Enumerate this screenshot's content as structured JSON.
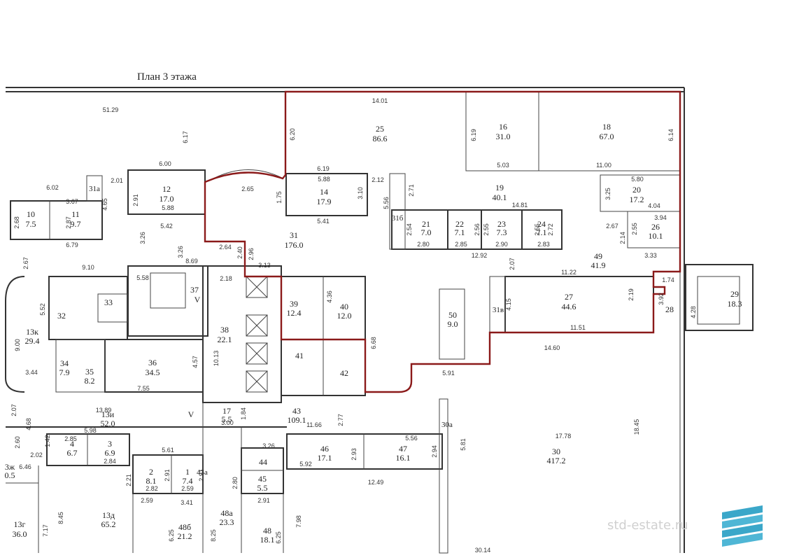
{
  "title": "План 3 этажа",
  "watermark": "std-estate.ru",
  "colors": {
    "highlight": "#8b1a1a",
    "wall": "#333333",
    "logo": "#3ba7c9"
  },
  "rooms": [
    {
      "id": "r25",
      "num": "25",
      "area": "86.6"
    },
    {
      "id": "r16",
      "num": "16",
      "area": "31.0"
    },
    {
      "id": "r18",
      "num": "18",
      "area": "67.0"
    },
    {
      "id": "r12",
      "num": "12",
      "area": "17.0"
    },
    {
      "id": "r14",
      "num": "14",
      "area": "17.9"
    },
    {
      "id": "r19",
      "num": "19",
      "area": "40.1"
    },
    {
      "id": "r20",
      "num": "20",
      "area": "17.2"
    },
    {
      "id": "r10",
      "num": "10",
      "area": "7.5"
    },
    {
      "id": "r11",
      "num": "11",
      "area": "9.7"
    },
    {
      "id": "r21",
      "num": "21",
      "area": "7.0"
    },
    {
      "id": "r22",
      "num": "22",
      "area": "7.1"
    },
    {
      "id": "r23",
      "num": "23",
      "area": "7.3"
    },
    {
      "id": "r24",
      "num": "24",
      "area": "7.1"
    },
    {
      "id": "r26",
      "num": "26",
      "area": "10.1"
    },
    {
      "id": "r31",
      "num": "31",
      "area": "176.0"
    },
    {
      "id": "r49",
      "num": "49",
      "area": "41.9"
    },
    {
      "id": "r37",
      "num": "37",
      "area": "V"
    },
    {
      "id": "r27",
      "num": "27",
      "area": "44.6"
    },
    {
      "id": "r29",
      "num": "29",
      "area": "18.3"
    },
    {
      "id": "r39",
      "num": "39",
      "area": "12.4"
    },
    {
      "id": "r40",
      "num": "40",
      "area": "12.0"
    },
    {
      "id": "r50",
      "num": "50",
      "area": "9.0"
    },
    {
      "id": "r13k",
      "num": "13к",
      "area": "29.4"
    },
    {
      "id": "r38",
      "num": "38",
      "area": "22.1"
    },
    {
      "id": "r36",
      "num": "36",
      "area": "34.5"
    },
    {
      "id": "r34",
      "num": "34",
      "area": "7.9"
    },
    {
      "id": "r35",
      "num": "35",
      "area": "8.2"
    },
    {
      "id": "r17",
      "num": "17",
      "area": "5.5"
    },
    {
      "id": "r43",
      "num": "43",
      "area": "109.1"
    },
    {
      "id": "r13i",
      "num": "13и",
      "area": "52.0"
    },
    {
      "id": "r4",
      "num": "4",
      "area": "6.7"
    },
    {
      "id": "r3",
      "num": "3",
      "area": "6.9"
    },
    {
      "id": "r46",
      "num": "46",
      "area": "17.1"
    },
    {
      "id": "r47",
      "num": "47",
      "area": "16.1"
    },
    {
      "id": "r30",
      "num": "30",
      "area": "417.2"
    },
    {
      "id": "r2",
      "num": "2",
      "area": "8.1"
    },
    {
      "id": "r1",
      "num": "1",
      "area": "7.4"
    },
    {
      "id": "r45",
      "num": "45",
      "area": "5.5"
    },
    {
      "id": "r3zh",
      "num": "3ж",
      "area": "0.5"
    },
    {
      "id": "r13d",
      "num": "13д",
      "area": "65.2"
    },
    {
      "id": "r13g",
      "num": "13г",
      "area": "36.0"
    },
    {
      "id": "r48a",
      "num": "48а",
      "area": "23.3"
    },
    {
      "id": "r48b",
      "num": "48б",
      "area": "21.2"
    },
    {
      "id": "r48",
      "num": "48",
      "area": "18.1"
    }
  ],
  "labels": {
    "l31a": "31а",
    "l31b": "31б",
    "l31v": "31в",
    "l32": "32",
    "l33": "33",
    "l41": "41",
    "l42": "42",
    "l28": "28",
    "l44": "44",
    "l43a": "43а",
    "l30a": "30а",
    "lV": "V"
  },
  "dims": {
    "d1": "51.29",
    "d2": "14.01",
    "d3": "6.17",
    "d4": "6.20",
    "d5": "6.19",
    "d6": "6.14",
    "d7": "6.00",
    "d8": "5.03",
    "d9": "11.00",
    "d10": "2.01",
    "d11": "6.02",
    "d12": "3.67",
    "d13": "4.65",
    "d14": "2.91",
    "d15": "5.88",
    "d16": "2.65",
    "d17": "1.75",
    "d18": "5.88",
    "d19": "3.10",
    "d20": "6.19",
    "d21": "2.12",
    "d22": "2.71",
    "d23": "5.80",
    "d24": "3.25",
    "d25": "4.04",
    "d26": "2.68",
    "d27": "2.87",
    "d28": "5.42",
    "d29": "6.79",
    "d30": "3.26",
    "d31": "5.41",
    "d32": "5.56",
    "d33": "14.81",
    "d34": "3.94",
    "d35": "2.67",
    "d36": "2.55",
    "d37": "2.54",
    "d38": "2.56",
    "d39": "2.55",
    "d40": "2.55",
    "d41": "2.72",
    "d42": "2.14",
    "d43": "2.80",
    "d44": "2.85",
    "d45": "2.90",
    "d46": "2.83",
    "d47": "12.92",
    "d48": "3.33",
    "d49": "3.26",
    "d50": "2.64",
    "d51": "2.40",
    "d52": "2.96",
    "d53": "8.69",
    "d54": "2.67",
    "d55": "9.10",
    "d56": "3.13",
    "d57": "2.07",
    "d58": "11.22",
    "d59": "5.58",
    "d60": "2.18",
    "d61": "1.74",
    "d62": "4.36",
    "d63": "2.19",
    "d64": "3.92",
    "d65": "4.15",
    "d66": "4.28",
    "d67": "5.52",
    "d68": "11.51",
    "d69": "9.00",
    "d70": "6.68",
    "d71": "14.60",
    "d72": "10.13",
    "d73": "4.57",
    "d74": "3.44",
    "d75": "7.55",
    "d76": "5.91",
    "d77": "13.89",
    "d78": "2.07",
    "d79": "4.68",
    "d80": "5.98",
    "d81": "1.84",
    "d82": "3.00",
    "d83": "11.66",
    "d84": "2.77",
    "d85": "17.78",
    "d86": "18.45",
    "d87": "2.85",
    "d88": "5.61",
    "d89": "3.26",
    "d90": "5.56",
    "d91": "5.81",
    "d92": "2.60",
    "d93": "1.42",
    "d94": "2.02",
    "d95": "2.84",
    "d96": "5.92",
    "d97": "2.93",
    "d98": "2.94",
    "d99": "6.46",
    "d100": "2.21",
    "d101": "2.91",
    "d102": "2.91",
    "d103": "2.80",
    "d104": "12.49",
    "d105": "2.82",
    "d106": "2.59",
    "d107": "2.59",
    "d108": "3.41",
    "d109": "2.91",
    "d110": "8.45",
    "d111": "7.17",
    "d112": "6.25",
    "d113": "8.25",
    "d114": "7.98",
    "d115": "6.25",
    "d116": "30.14"
  }
}
